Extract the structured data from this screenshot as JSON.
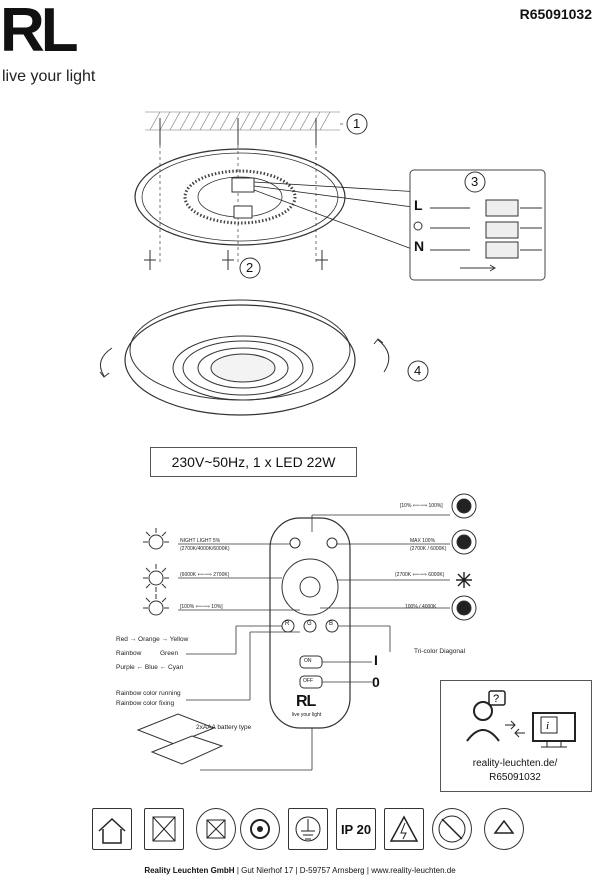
{
  "brand": {
    "logo_text": "RL",
    "tagline": "live your light"
  },
  "doc_number": "R65091032",
  "steps": [
    "1",
    "2",
    "3",
    "4"
  ],
  "wiring": {
    "L": "L",
    "N": "N"
  },
  "spec_label": "230V~50Hz, 1 x LED  22W",
  "remote": {
    "left_labels": [
      {
        "text": "NIGHT LIGHT 5%",
        "sub": "(2700K/4000K/6000K)"
      },
      {
        "text": "(6000K ⟸⟹ 2700K)"
      },
      {
        "text": "[100% ⟸⟹ 10%]"
      }
    ],
    "right_labels": [
      {
        "text": "[10% ⟸⟹ 100%]"
      },
      {
        "text": "MAX 100%",
        "sub": "(2700K / 6000K)"
      },
      {
        "text": "(2700K ⟸⟹ 6000K)"
      },
      {
        "text": "100% / 4000K"
      }
    ],
    "color_cycle": {
      "line1": "Red → Orange → Yellow",
      "line2a": "Rainbow",
      "line2b": "Green",
      "line3": "Purple ← Blue ← Cyan"
    },
    "rainbow_running": "Rainbow color running",
    "rainbow_fixing": "Rainbow color fixing",
    "tri_color": "Tri-color Diagonal",
    "buttons": {
      "r": "R",
      "g": "G",
      "b": "B"
    },
    "on_label": "ON",
    "off_label": "OFF",
    "on_symbol": "I",
    "off_symbol": "0",
    "battery": "2xAAA battery type",
    "remote_logo": "RL",
    "remote_tagline": "live your light"
  },
  "info": {
    "url": "reality-leuchten.de/",
    "code": "R65091032"
  },
  "symbols": {
    "ip": "IP 20"
  },
  "footer": {
    "company": "Reality Leuchten GmbH",
    "street": "Gut Nierhof 17",
    "city": "D-59757 Arnsberg",
    "web": "www.reality-leuchten.de"
  }
}
